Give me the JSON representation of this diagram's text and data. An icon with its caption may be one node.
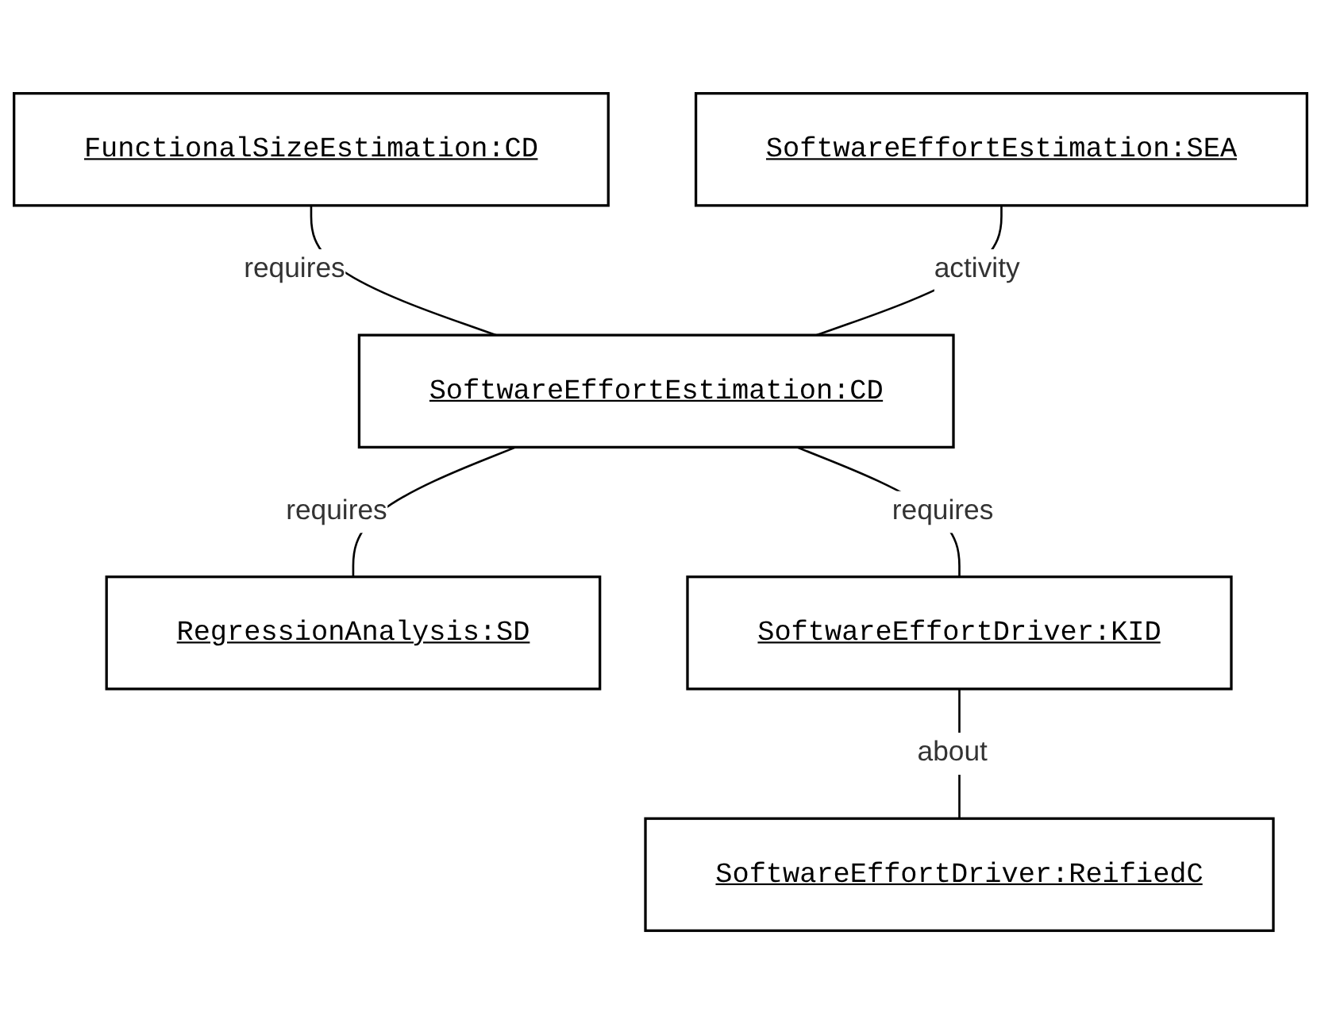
{
  "diagram": {
    "nodes": [
      {
        "text": [
          "FunctionalSizeEstimation:CD"
        ]
      },
      {
        "text": [
          "SoftwareEffortEstimation:SEA"
        ]
      },
      {
        "text": [
          "SoftwareEffortEstimation:CD"
        ]
      },
      {
        "text": [
          "RegressionAnalysis:SD"
        ]
      },
      {
        "text": [
          "SoftwareEffortDriver:KID"
        ]
      },
      {
        "text": [
          "SoftwareEffortDriver:ReifiedC"
        ]
      }
    ],
    "edges": [
      {
        "from": 0,
        "to": 2,
        "arrow": "none",
        "label": "requires"
      },
      {
        "from": 1,
        "to": 2,
        "arrow": "none",
        "label": "activity"
      },
      {
        "from": 2,
        "to": 3,
        "arrow": "none",
        "label": "requires"
      },
      {
        "from": 2,
        "to": 4,
        "arrow": "none",
        "label": "requires"
      },
      {
        "from": 4,
        "to": 5,
        "arrow": "none",
        "label": "about"
      }
    ]
  }
}
